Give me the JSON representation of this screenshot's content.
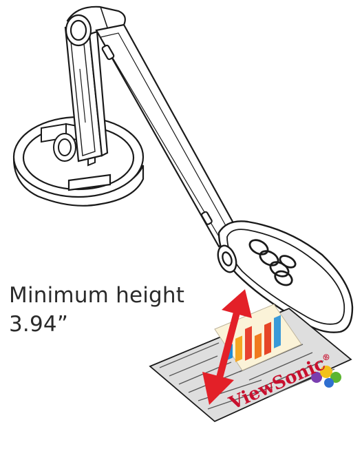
{
  "caption": {
    "line1": "Minimum height",
    "line2": "3.94”"
  },
  "document": {
    "brand": "ViewSonic",
    "registered_mark": "®",
    "brand_color": "#c8102e",
    "paper_color": "#dedede",
    "line_color": "#555555"
  },
  "arrow": {
    "color": "#e32028",
    "icon": "double-headed-arrow-icon"
  },
  "bar_colors": [
    "#1e8bd8",
    "#f5a623",
    "#e8412f",
    "#f07a1e",
    "#e64526",
    "#3a9ad9"
  ],
  "mascot": {
    "icon": "viewsonic-birds-icon",
    "colors": [
      "#7a3fb0",
      "#f3c21b",
      "#5cb531",
      "#2f6fd0"
    ]
  }
}
